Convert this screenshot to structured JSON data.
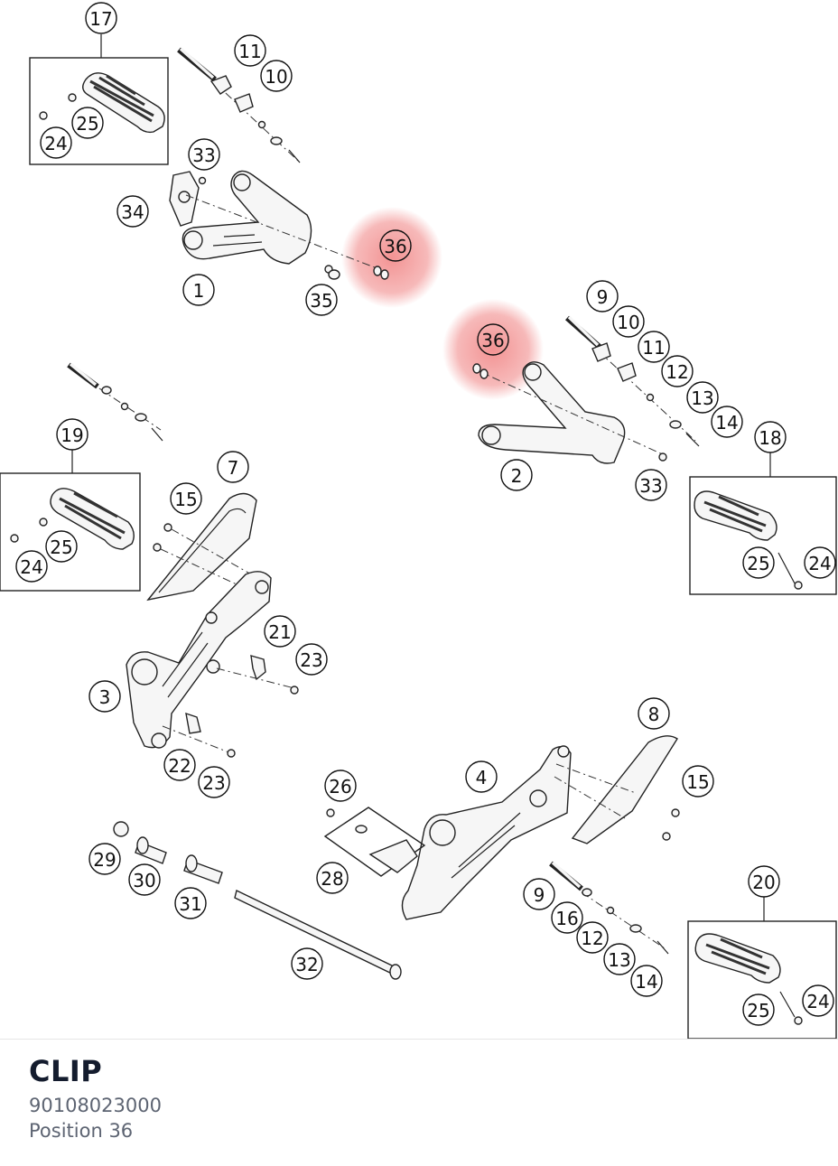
{
  "part": {
    "name": "CLIP",
    "number": "90108023000",
    "position_label": "Position 36"
  },
  "highlight_color": "#f08080",
  "callouts": [
    {
      "label": "17"
    },
    {
      "label": "11"
    },
    {
      "label": "10"
    },
    {
      "label": "25"
    },
    {
      "label": "24"
    },
    {
      "label": "33"
    },
    {
      "label": "34"
    },
    {
      "label": "36"
    },
    {
      "label": "1"
    },
    {
      "label": "35"
    },
    {
      "label": "9"
    },
    {
      "label": "10"
    },
    {
      "label": "11"
    },
    {
      "label": "12"
    },
    {
      "label": "13"
    },
    {
      "label": "14"
    },
    {
      "label": "36"
    },
    {
      "label": "18"
    },
    {
      "label": "2"
    },
    {
      "label": "33"
    },
    {
      "label": "25"
    },
    {
      "label": "24"
    },
    {
      "label": "19"
    },
    {
      "label": "7"
    },
    {
      "label": "15"
    },
    {
      "label": "25"
    },
    {
      "label": "24"
    },
    {
      "label": "21"
    },
    {
      "label": "23"
    },
    {
      "label": "3"
    },
    {
      "label": "22"
    },
    {
      "label": "23"
    },
    {
      "label": "8"
    },
    {
      "label": "26"
    },
    {
      "label": "4"
    },
    {
      "label": "15"
    },
    {
      "label": "28"
    },
    {
      "label": "29"
    },
    {
      "label": "30"
    },
    {
      "label": "31"
    },
    {
      "label": "9"
    },
    {
      "label": "16"
    },
    {
      "label": "12"
    },
    {
      "label": "13"
    },
    {
      "label": "14"
    },
    {
      "label": "32"
    },
    {
      "label": "20"
    },
    {
      "label": "25"
    },
    {
      "label": "24"
    }
  ]
}
